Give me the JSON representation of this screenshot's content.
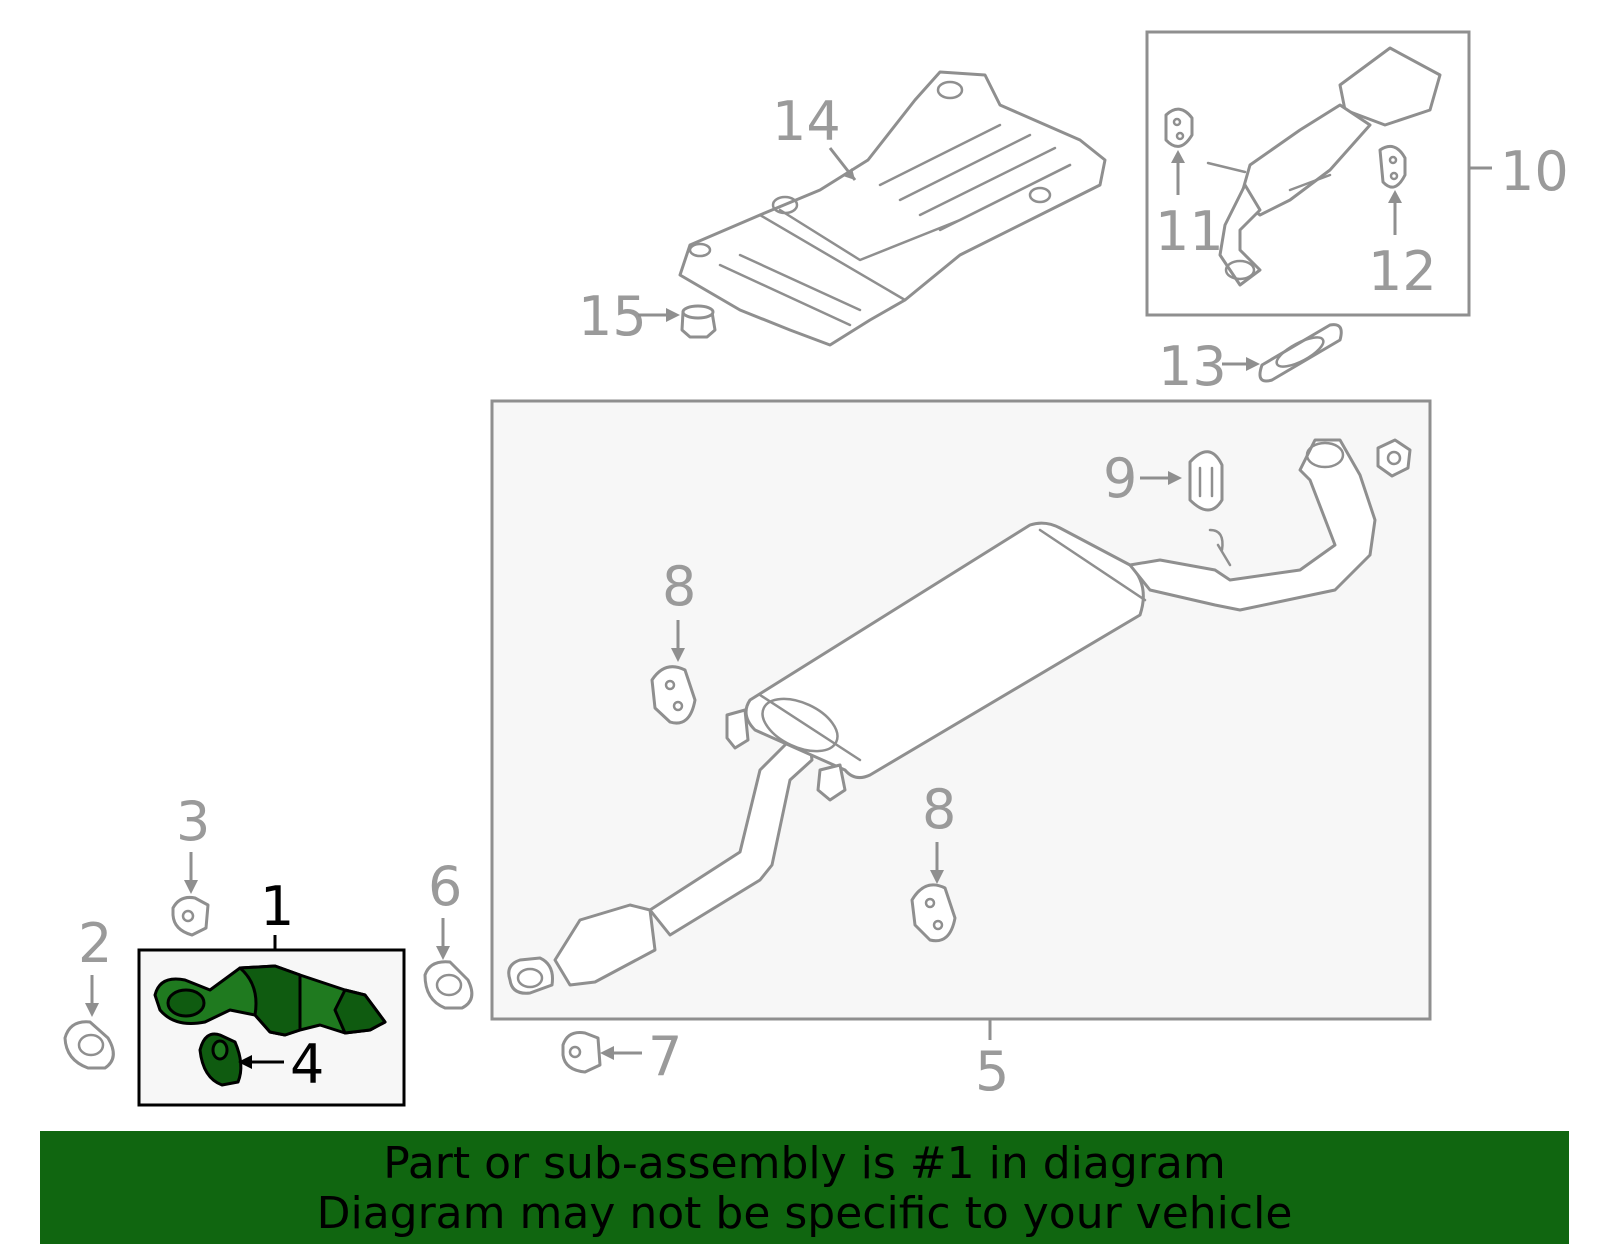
{
  "callouts": {
    "c1": "1",
    "c2": "2",
    "c3": "3",
    "c4": "4",
    "c5": "5",
    "c6": "6",
    "c7": "7",
    "c8a": "8",
    "c8b": "8",
    "c9": "9",
    "c10": "10",
    "c11": "11",
    "c12": "12",
    "c13": "13",
    "c14": "14",
    "c15": "15"
  },
  "highlight_color": "#106610",
  "banner": {
    "line1": "Part or sub-assembly is #1 in diagram",
    "line2": "Diagram may not be specific to your vehicle"
  }
}
